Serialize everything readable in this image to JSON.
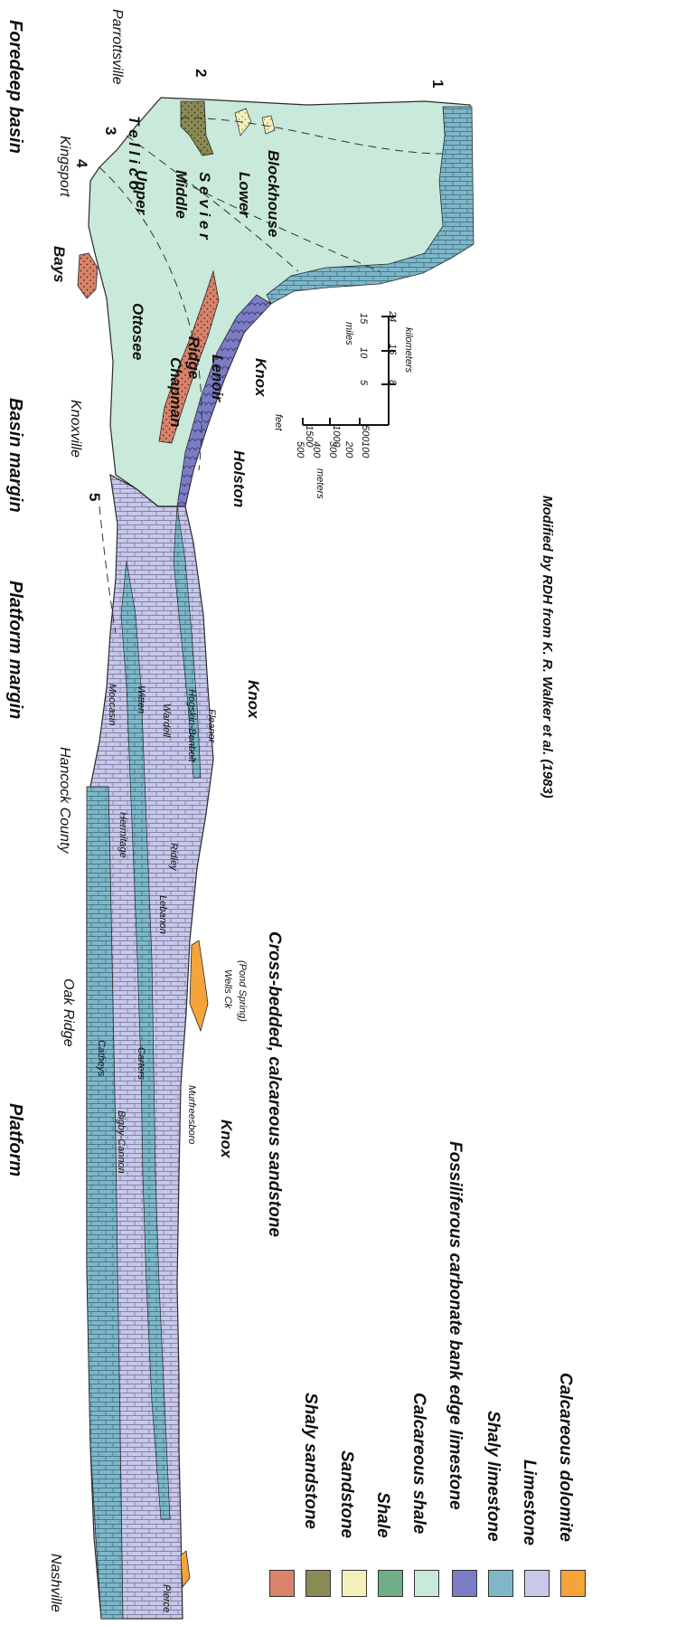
{
  "regions": {
    "foredeep": "Foredeep basin",
    "basin_margin": "Basin margin",
    "platform_margin": "Platform margin",
    "platform": "Platform"
  },
  "places": {
    "parrottsville": "Parrottsville",
    "kingsport": "Kingsport",
    "knoxville": "Knoxville",
    "hancock": "Hancock County",
    "oak_ridge": "Oak Ridge",
    "nashville": "Nashville",
    "pierce": "Pierce"
  },
  "section_numbers": [
    "1",
    "2",
    "3",
    "4",
    "5"
  ],
  "formations": {
    "tellico": "T e l l i c o",
    "upper": "Upper",
    "middle": "Middle",
    "sevier": "S e v i e r",
    "lower": "Lower",
    "blockhouse": "Blockhouse",
    "bays": "Bays",
    "ottosee": "Ottosee",
    "chapman": "Chapman",
    "ridge": "Ridge",
    "lenoir": "Lenoir",
    "knox_east": "Knox",
    "holston": "Holston",
    "knox_mid": "Knox",
    "knox_west": "Knox",
    "moccasin": "Moccasin",
    "witten": "Witten",
    "wardell": "Wardell",
    "hogskin": "Hogskin-Benbolt",
    "fleanor": "Fleanor",
    "hermitage": "Hermitage",
    "ridley": "Ridley",
    "lebanon": "Lebanon",
    "wells": "Wells Ck",
    "pond": "(Pond Spring)",
    "catheys": "Catheys",
    "carters": "Carters",
    "bigby": "Bigby-Cannon",
    "murfreesboro": "Murfreesboro"
  },
  "scale": {
    "feet_label": "feet",
    "feet_ticks": [
      "1500",
      "1000",
      "500"
    ],
    "meters_label": "meters",
    "meters_ticks": [
      "500",
      "400",
      "300",
      "200",
      "100"
    ],
    "miles_label": "miles",
    "miles_ticks": [
      "5",
      "10",
      "15"
    ],
    "km_label": "kilometers",
    "km_ticks": [
      "8",
      "16",
      "24"
    ]
  },
  "credit": "Modified by RDH from K. R. Walker et al. (1983)",
  "legend": [
    {
      "label": "Cross-bedded, calcareous sandstone",
      "color": "#d9836b"
    },
    {
      "label": "Shaly sandstone",
      "color": "#8a8a55"
    },
    {
      "label": "Sandstone",
      "color": "#f5f0b8"
    },
    {
      "label": "Shale",
      "color": "#6fae86"
    },
    {
      "label": "Calcareous shale",
      "color": "#c9e9da"
    },
    {
      "label": "Fossiliferous carbonate bank edge limestone",
      "color": "#7c7cc4"
    },
    {
      "label": "Shaly limestone",
      "color": "#7fb7c8"
    },
    {
      "label": "Limestone",
      "color": "#c8c8e8"
    },
    {
      "label": "Calcareous dolomite",
      "color": "#f4a43a"
    }
  ]
}
